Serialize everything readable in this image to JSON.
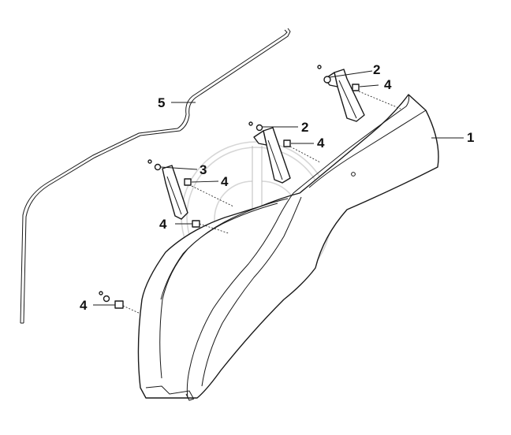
{
  "diagram": {
    "callouts": [
      {
        "id": "label-1",
        "text": "1"
      },
      {
        "id": "label-2a",
        "text": "2"
      },
      {
        "id": "label-2b",
        "text": "2"
      },
      {
        "id": "label-3",
        "text": "3"
      },
      {
        "id": "label-4a",
        "text": "4"
      },
      {
        "id": "label-4b",
        "text": "4"
      },
      {
        "id": "label-4c",
        "text": "4"
      },
      {
        "id": "label-4d",
        "text": "4"
      },
      {
        "id": "label-4e",
        "text": "4"
      },
      {
        "id": "label-5",
        "text": "5"
      }
    ],
    "colors": {
      "line": "#1a1a1a",
      "background": "#ffffff",
      "watermark": "#b5b5b5"
    }
  }
}
